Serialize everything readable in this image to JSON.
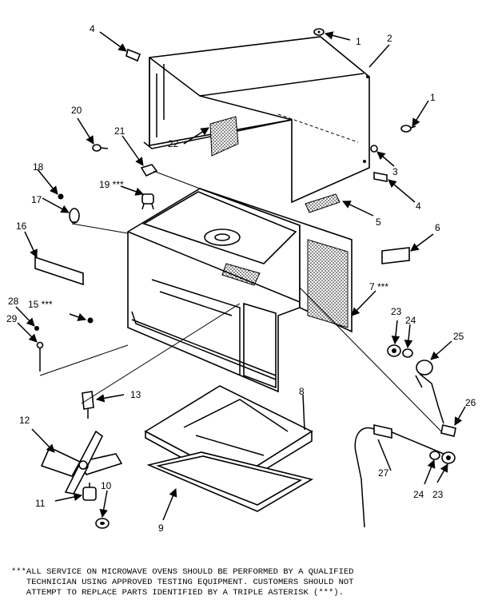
{
  "callouts": {
    "c1a": "1",
    "c2": "2",
    "c4a": "4",
    "c1b": "1",
    "c3": "3",
    "c4b": "4",
    "c20": "20",
    "c21": "21",
    "c22": "22",
    "c18": "18",
    "c19": "19 ***",
    "c17": "17",
    "c5": "5",
    "c6": "6",
    "c16": "16",
    "c7": "7 ***",
    "c15": "15 ***",
    "c28": "28",
    "c29": "29",
    "c23a": "23",
    "c24a": "24",
    "c25": "25",
    "c13": "13",
    "c8": "8",
    "c26": "26",
    "c12": "12",
    "c27": "27",
    "c24b": "24",
    "c23b": "23",
    "c10": "10",
    "c11": "11",
    "c9": "9"
  },
  "footnote": {
    "line1": "***ALL SERVICE ON MICROWAVE OVENS SHOULD BE PERFORMED BY A QUALIFIED",
    "line2": "   TECHNICIAN USING APPROVED TESTING EQUIPMENT. CUSTOMERS SHOULD NOT",
    "line3": "   ATTEMPT TO REPLACE PARTS IDENTIFIED BY A TRIPLE ASTERISK (***)."
  }
}
